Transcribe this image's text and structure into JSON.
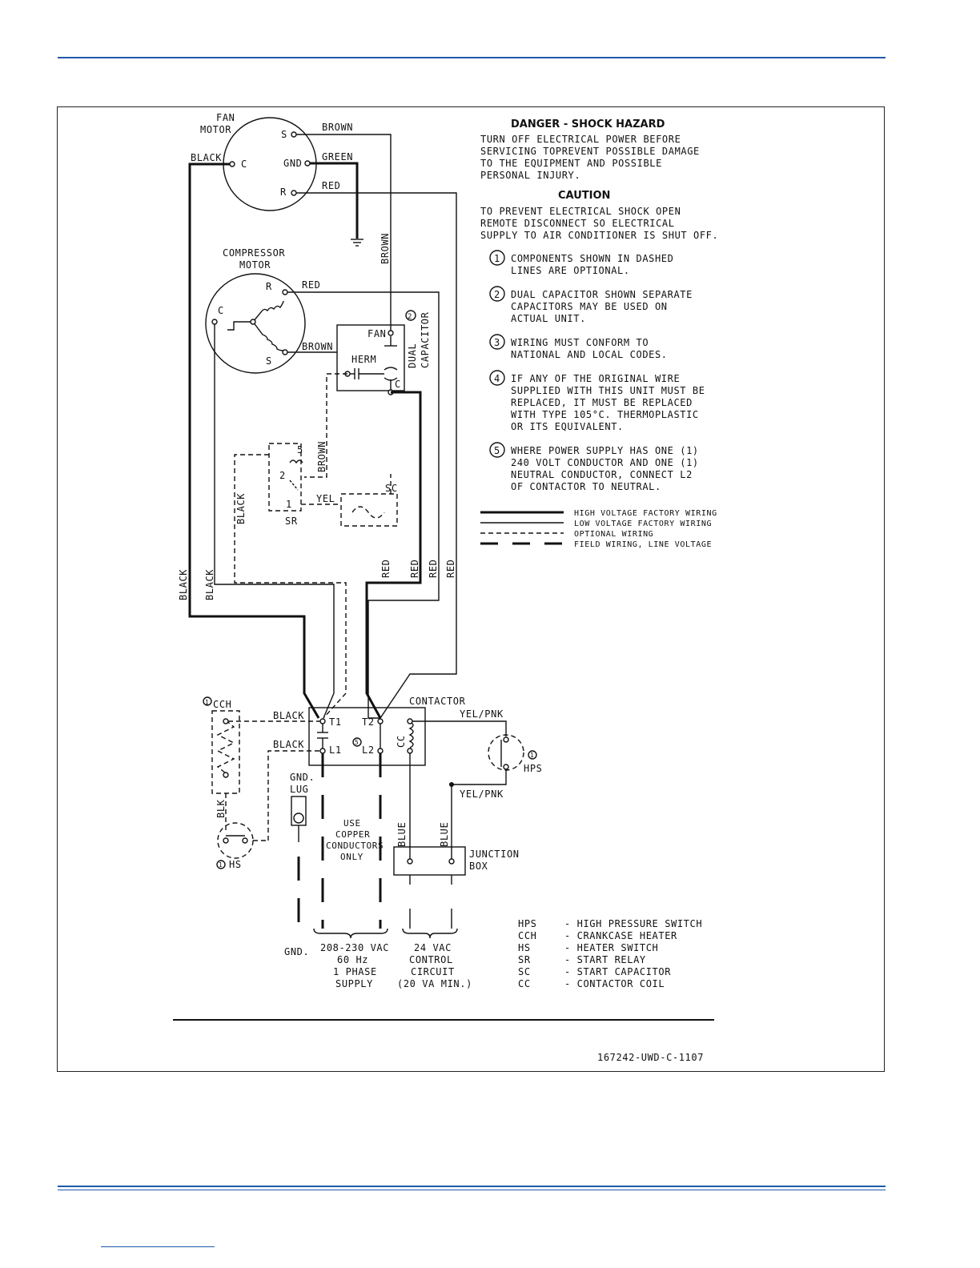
{
  "diagram": {
    "fan_motor": {
      "title_line1": "FAN",
      "title_line2": "MOTOR",
      "s": "S",
      "c": "C",
      "gnd": "GND",
      "r": "R"
    },
    "compressor_motor": {
      "title_line1": "COMPRESSOR",
      "title_line2": "MOTOR",
      "r": "R",
      "c": "C",
      "s": "S"
    },
    "dual_capacitor": {
      "number": "2",
      "label_line1": "DUAL",
      "label_line2": "CAPACITOR",
      "fan": "FAN",
      "herm": "HERM",
      "c": "C"
    },
    "start_relay": {
      "label": "SR",
      "pin5": "5",
      "pin2": "2",
      "pin1": "1"
    },
    "start_capacitor": {
      "label": "SC"
    },
    "contactor": {
      "label": "CONTACTOR",
      "t1": "T1",
      "l1": "L1",
      "t2": "T2",
      "l2": "L2",
      "cc": "CC",
      "note": "5"
    },
    "cch": {
      "number": "1",
      "label": "CCH"
    },
    "hs": {
      "number": "1",
      "label": "HS"
    },
    "hps": {
      "number": "1",
      "label": "HPS"
    },
    "gnd_lug_line1": "GND.",
    "gnd_lug_line2": "LUG",
    "copper_note": [
      "USE",
      "COPPER",
      "CONDUCTORS",
      "ONLY"
    ],
    "junction_box_line1": "JUNCTION",
    "junction_box_line2": "BOX",
    "gnd_bottom": "GND.",
    "supply_note": [
      "208-230 VAC",
      "60 Hz",
      "1 PHASE",
      "SUPPLY"
    ],
    "control_note": [
      "24 VAC",
      "CONTROL",
      "CIRCUIT",
      "(20 VA MIN.)"
    ],
    "wires": {
      "brown": "BROWN",
      "green": "GREEN",
      "red": "RED",
      "black": "BLACK",
      "yel": "YEL",
      "yel_pnk": "YEL/PNK",
      "blk": "BLK",
      "blue": "BLUE"
    }
  },
  "notes": {
    "danger_title": "DANGER - SHOCK HAZARD",
    "danger_text": [
      "TURN OFF ELECTRICAL POWER BEFORE",
      "SERVICING TOPREVENT POSSIBLE DAMAGE",
      "TO THE EQUIPMENT AND POSSIBLE",
      "PERSONAL INJURY."
    ],
    "caution_title": "CAUTION",
    "caution_text": [
      "TO PREVENT ELECTRICAL SHOCK OPEN",
      "REMOTE DISCONNECT SO ELECTRICAL",
      "SUPPLY TO AIR CONDITIONER IS SHUT OFF."
    ],
    "items": [
      {
        "num": "1",
        "lines": [
          "COMPONENTS SHOWN IN DASHED",
          "LINES ARE OPTIONAL."
        ]
      },
      {
        "num": "2",
        "lines": [
          "DUAL CAPACITOR SHOWN SEPARATE",
          "CAPACITORS MAY BE USED ON",
          "ACTUAL UNIT."
        ]
      },
      {
        "num": "3",
        "lines": [
          "WIRING MUST CONFORM TO",
          "NATIONAL AND LOCAL CODES."
        ]
      },
      {
        "num": "4",
        "lines": [
          "IF ANY OF THE ORIGINAL WIRE",
          "SUPPLIED WITH THIS UNIT MUST BE",
          "REPLACED, IT MUST BE REPLACED",
          "WITH TYPE 105°C. THERMOPLASTIC",
          "OR ITS EQUIVALENT."
        ]
      },
      {
        "num": "5",
        "lines": [
          "WHERE POWER SUPPLY HAS ONE (1)",
          "240 VOLT CONDUCTOR AND ONE (1)",
          "NEUTRAL CONDUCTOR, CONNECT L2",
          "OF CONTACTOR TO NEUTRAL."
        ]
      }
    ]
  },
  "legend": [
    "HIGH VOLTAGE FACTORY WIRING",
    "LOW VOLTAGE FACTORY WIRING",
    "OPTIONAL WIRING",
    "FIELD WIRING, LINE VOLTAGE"
  ],
  "abbreviations": [
    {
      "abbr": "HPS",
      "desc": "- HIGH PRESSURE SWITCH"
    },
    {
      "abbr": "CCH",
      "desc": "- CRANKCASE HEATER"
    },
    {
      "abbr": "HS",
      "desc": "- HEATER SWITCH"
    },
    {
      "abbr": "SR",
      "desc": "- START RELAY"
    },
    {
      "abbr": "SC",
      "desc": "- START CAPACITOR"
    },
    {
      "abbr": "CC",
      "desc": "- CONTACTOR COIL"
    }
  ],
  "drawing_number": "167242-UWD-C-1107"
}
